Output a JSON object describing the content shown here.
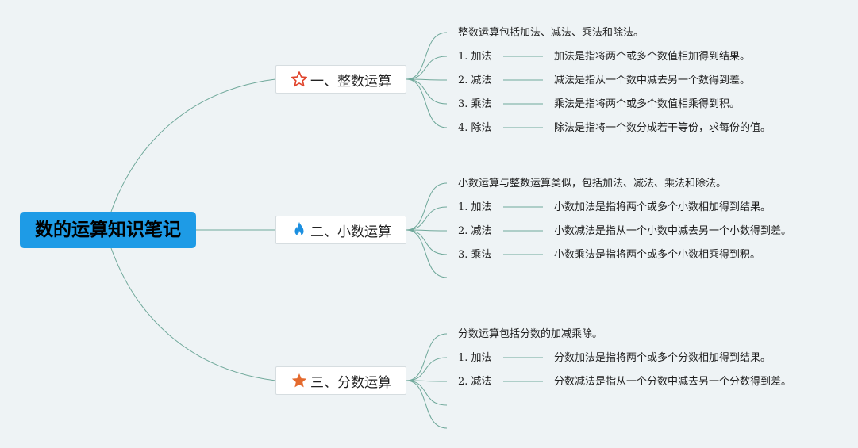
{
  "root": {
    "title": "数的运算知识笔记"
  },
  "branches": [
    {
      "label": "一、整数运算",
      "icon": "star-outline-icon",
      "intro": "整数运算包括加法、减法、乘法和除法。",
      "items": [
        {
          "name": "1. 加法",
          "desc": "加法是指将两个或多个数值相加得到结果。"
        },
        {
          "name": "2. 减法",
          "desc": "减法是指从一个数中减去另一个数得到差。"
        },
        {
          "name": "3. 乘法",
          "desc": "乘法是指将两个或多个数值相乘得到积。"
        },
        {
          "name": "4. 除法",
          "desc": "除法是指将一个数分成若干等份，求每份的值。"
        }
      ]
    },
    {
      "label": "二、小数运算",
      "icon": "flame-icon",
      "intro": "小数运算与整数运算类似，包括加法、减法、乘法和除法。",
      "items": [
        {
          "name": "1. 加法",
          "desc": "小数加法是指将两个或多个小数相加得到结果。"
        },
        {
          "name": "2. 减法",
          "desc": "小数减法是指从一个小数中减去另一个小数得到差。"
        },
        {
          "name": "3. 乘法",
          "desc": "小数乘法是指将两个或多个小数相乘得到积。"
        }
      ]
    },
    {
      "label": "三、分数运算",
      "icon": "star-filled-icon",
      "intro": "分数运算包括分数的加减乘除。",
      "items": [
        {
          "name": "1. 加法",
          "desc": "分数加法是指将两个或多个分数相加得到结果。"
        },
        {
          "name": "2. 减法",
          "desc": "分数减法是指从一个分数中减去另一个分数得到差。"
        }
      ]
    }
  ],
  "colors": {
    "root_bg": "#1e9be6",
    "line": "#6fa89a",
    "star_outline": "#e0442c",
    "flame": "#1b8fe0",
    "star_filled": "#e46a2e"
  }
}
